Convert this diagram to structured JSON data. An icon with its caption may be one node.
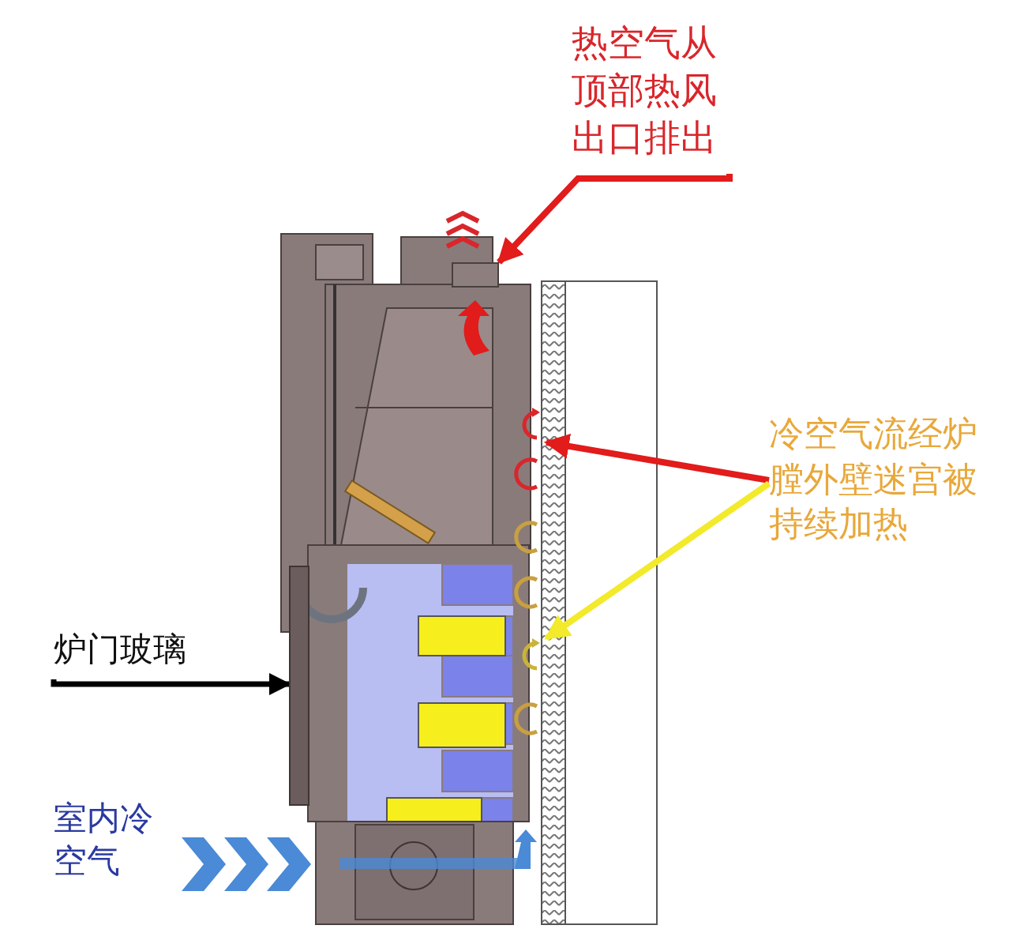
{
  "diagram": {
    "nodes": [
      {
        "text": [
          "热空气从顶部热风出口排出"
        ]
      },
      {
        "text": [
          "冷空气流经炉膛外壁迷宫被持续加热"
        ]
      },
      {
        "text": [
          "炉门玻璃"
        ]
      },
      {
        "text": [],
        "shape": "box"
      },
      {
        "text": [],
        "shape": "circle"
      },
      {
        "text": [],
        "shape": "circle"
      },
      {
        "text": [],
        "shape": "bar"
      }
    ],
    "edges": [
      {
        "from": 0,
        "to": 3,
        "arrow": "to",
        "color": "#e21b1b"
      },
      {
        "from": 1,
        "to": 4,
        "arrow": "to",
        "color": "#e21b1b"
      },
      {
        "from": 1,
        "to": 5,
        "arrow": "to",
        "color": "#f2ea2a"
      },
      {
        "from": 2,
        "to": 6,
        "arrow": "to",
        "color": "#000000"
      }
    ],
    "labels": [
      "室内冷空气"
    ]
  }
}
